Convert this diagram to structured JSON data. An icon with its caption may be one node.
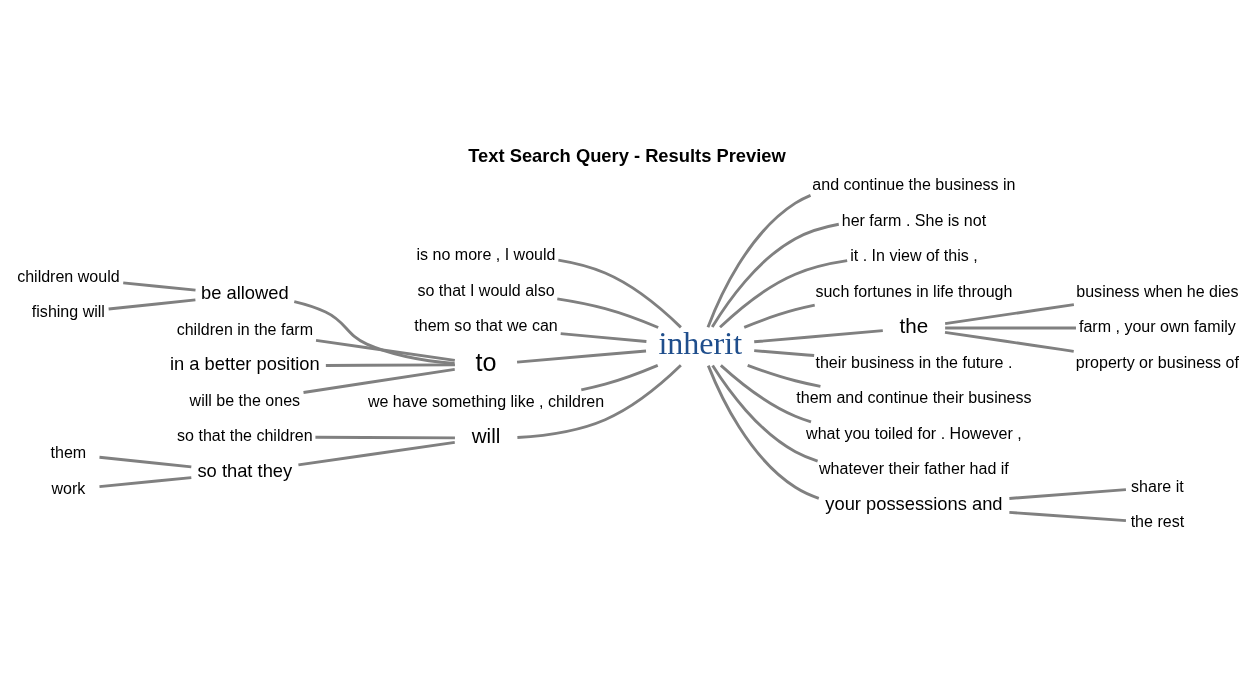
{
  "diagram": {
    "title": "Text Search Query - Results Preview",
    "nodes": [
      {
        "text": [
          "inherit"
        ]
      },
      {
        "text": [
          "is no more , I would"
        ]
      },
      {
        "text": [
          "so that I would also"
        ]
      },
      {
        "text": [
          "them so that we can"
        ]
      },
      {
        "text": [
          "children would"
        ]
      },
      {
        "text": [
          "fishing will"
        ]
      },
      {
        "text": [
          "be allowed"
        ]
      },
      {
        "text": [
          "children in the farm"
        ]
      },
      {
        "text": [
          "in a better position"
        ]
      },
      {
        "text": [
          "will be the ones"
        ]
      },
      {
        "text": [
          "to"
        ]
      },
      {
        "text": [
          "we have something like , children"
        ]
      },
      {
        "text": [
          "so that the children"
        ]
      },
      {
        "text": [
          "them"
        ]
      },
      {
        "text": [
          "work"
        ]
      },
      {
        "text": [
          "so that they"
        ]
      },
      {
        "text": [
          "will"
        ]
      },
      {
        "text": [
          "and continue the business in"
        ]
      },
      {
        "text": [
          "her farm . She is not"
        ]
      },
      {
        "text": [
          "it . In view of this ,"
        ]
      },
      {
        "text": [
          "such fortunes in life through"
        ]
      },
      {
        "text": [
          "the"
        ]
      },
      {
        "text": [
          "business when he dies"
        ]
      },
      {
        "text": [
          "farm , your own family"
        ]
      },
      {
        "text": [
          "property or business of"
        ]
      },
      {
        "text": [
          "their business in the future ."
        ]
      },
      {
        "text": [
          "them and continue their business"
        ]
      },
      {
        "text": [
          "what you toiled for . However ,"
        ]
      },
      {
        "text": [
          "whatever their father had if"
        ]
      },
      {
        "text": [
          "your possessions and"
        ]
      },
      {
        "text": [
          "share it"
        ]
      },
      {
        "text": [
          "the rest"
        ]
      }
    ],
    "edges": [
      {
        "from": 1,
        "to": 0,
        "arrow": "none"
      },
      {
        "from": 2,
        "to": 0,
        "arrow": "none"
      },
      {
        "from": 3,
        "to": 0,
        "arrow": "none"
      },
      {
        "from": 4,
        "to": 6,
        "arrow": "none"
      },
      {
        "from": 5,
        "to": 6,
        "arrow": "none"
      },
      {
        "from": 6,
        "to": 10,
        "arrow": "none"
      },
      {
        "from": 7,
        "to": 10,
        "arrow": "none"
      },
      {
        "from": 8,
        "to": 10,
        "arrow": "none"
      },
      {
        "from": 9,
        "to": 10,
        "arrow": "none"
      },
      {
        "from": 10,
        "to": 0,
        "arrow": "none"
      },
      {
        "from": 11,
        "to": 0,
        "arrow": "none"
      },
      {
        "from": 12,
        "to": 16,
        "arrow": "none"
      },
      {
        "from": 13,
        "to": 15,
        "arrow": "none"
      },
      {
        "from": 14,
        "to": 15,
        "arrow": "none"
      },
      {
        "from": 15,
        "to": 16,
        "arrow": "none"
      },
      {
        "from": 16,
        "to": 0,
        "arrow": "none"
      },
      {
        "from": 0,
        "to": 17,
        "arrow": "none"
      },
      {
        "from": 0,
        "to": 18,
        "arrow": "none"
      },
      {
        "from": 0,
        "to": 19,
        "arrow": "none"
      },
      {
        "from": 0,
        "to": 20,
        "arrow": "none"
      },
      {
        "from": 0,
        "to": 21,
        "arrow": "none"
      },
      {
        "from": 21,
        "to": 22,
        "arrow": "none"
      },
      {
        "from": 21,
        "to": 23,
        "arrow": "none"
      },
      {
        "from": 21,
        "to": 24,
        "arrow": "none"
      },
      {
        "from": 0,
        "to": 25,
        "arrow": "none"
      },
      {
        "from": 0,
        "to": 26,
        "arrow": "none"
      },
      {
        "from": 0,
        "to": 27,
        "arrow": "none"
      },
      {
        "from": 0,
        "to": 28,
        "arrow": "none"
      },
      {
        "from": 0,
        "to": 29,
        "arrow": "none"
      },
      {
        "from": 29,
        "to": 30,
        "arrow": "none"
      },
      {
        "from": 29,
        "to": 31,
        "arrow": "none"
      }
    ]
  }
}
